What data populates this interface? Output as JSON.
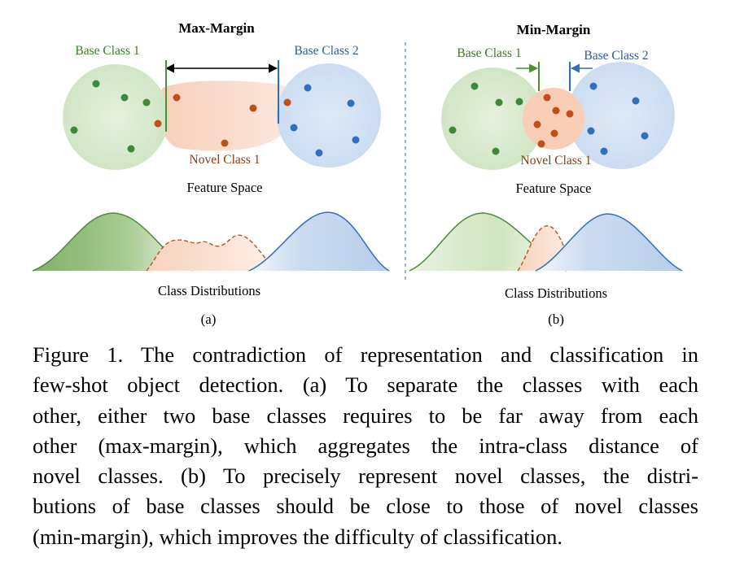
{
  "colors": {
    "base1_fill": "#d9ead0",
    "base1_dot": "#3f8a3a",
    "base2_fill": "#d3e1f2",
    "base2_dot": "#2f6fc0",
    "novel_fill": "#f8d7c6",
    "novel_dot": "#c0501a",
    "base1_label": "#3b7a2a",
    "base2_label": "#2a5c9a",
    "novel_label": "#8a3a10"
  },
  "panel_a": {
    "title": "Max-Margin",
    "base1_label": "Base Class 1",
    "base2_label": "Base Class 2",
    "novel_label": "Novel Class 1",
    "feature_space_label": "Feature Space",
    "distributions_label": "Class Distributions",
    "sub_label": "(a)"
  },
  "panel_b": {
    "title": "Min-Margin",
    "base1_label": "Base Class 1",
    "base2_label": "Base Class 2",
    "novel_label": "Novel Class 1",
    "feature_space_label": "Feature Space",
    "distributions_label": "Class Distributions",
    "sub_label": "(b)"
  },
  "caption": {
    "lines": [
      "Figure 1. The contradiction of representation and classification in",
      "few-shot object detection.  (a) To separate the classes with each",
      "other, either two base classes requires to be far away from each",
      "other (max-margin), which aggregates the intra-class distance of",
      "novel classes.  (b) To precisely represent novel classes, the distri-",
      "butions of base classes should be close to those of novel classes",
      "(min-margin), which improves the difficulty of classification."
    ]
  }
}
